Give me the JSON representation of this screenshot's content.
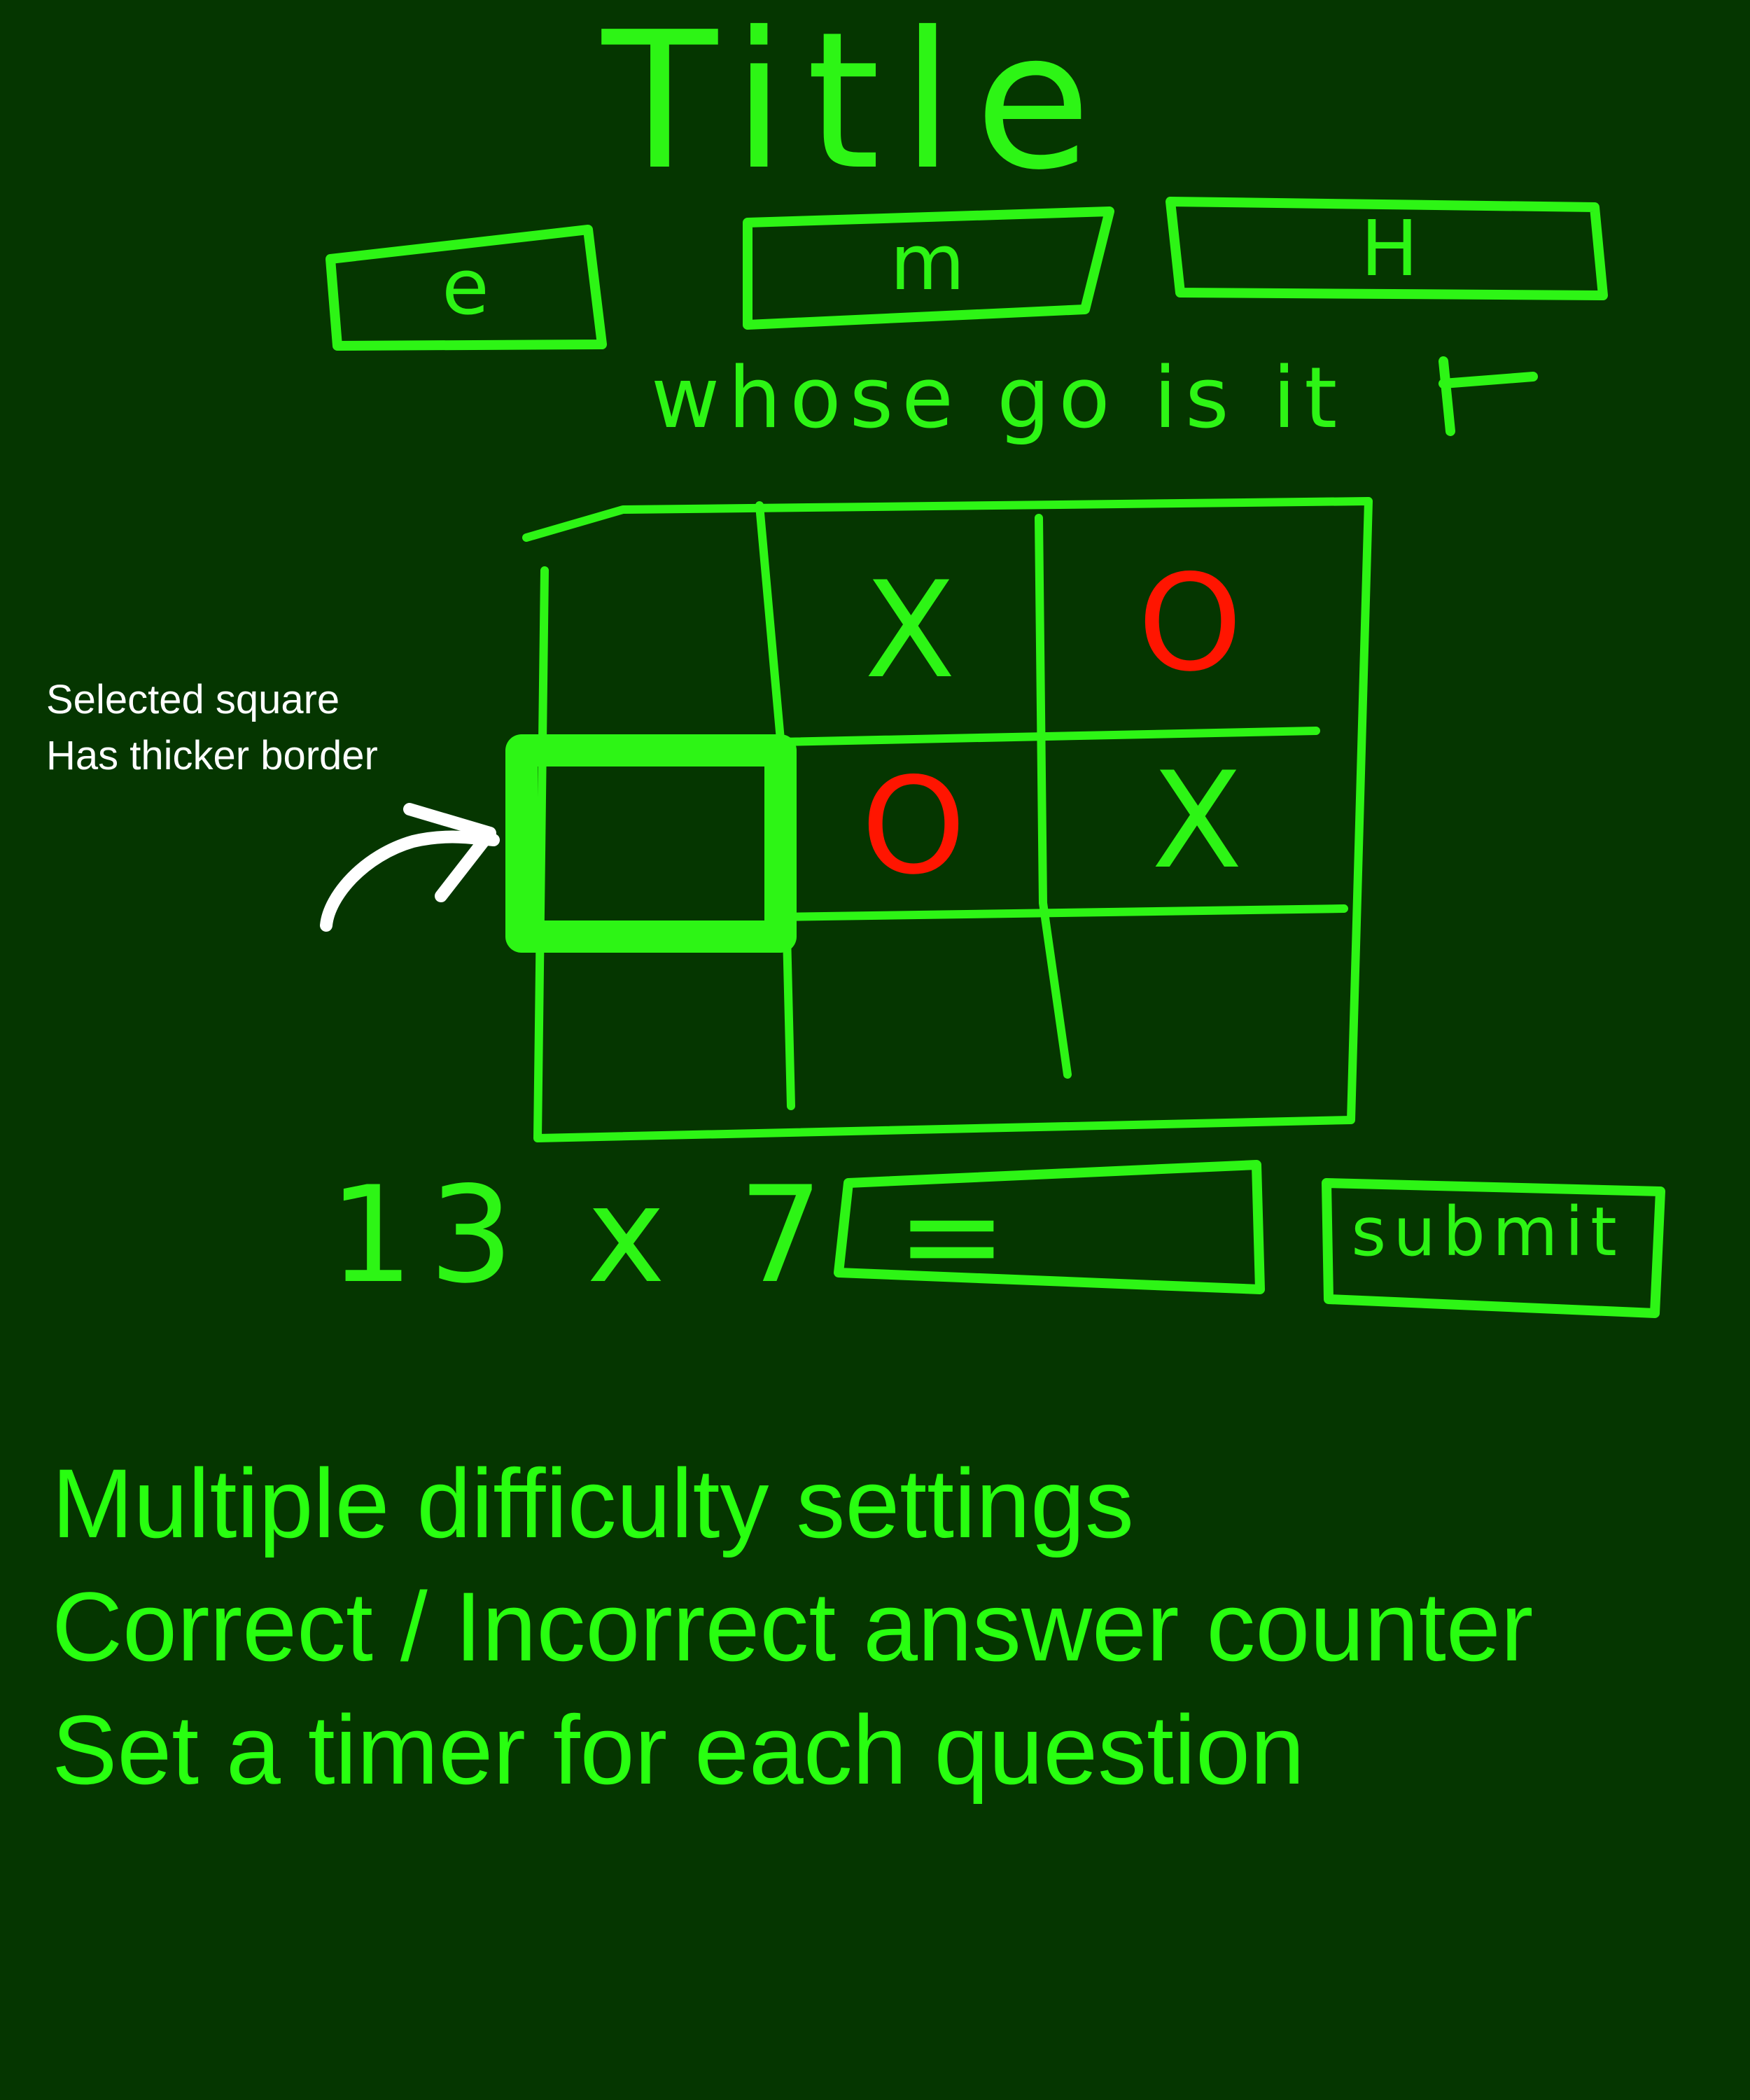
{
  "app": {
    "title": "Title"
  },
  "difficulty": {
    "buttons": [
      {
        "label": "e"
      },
      {
        "label": "m"
      },
      {
        "label": "H"
      }
    ]
  },
  "turn": {
    "label": "whose go is it"
  },
  "board": {
    "selected_index": 3,
    "cells": [
      "",
      "X",
      "O",
      "",
      "O",
      "X",
      "",
      "",
      ""
    ],
    "colors": {
      "X": "#2df515",
      "O": "#ff1500"
    }
  },
  "question": {
    "text": "13 x 7 =",
    "answer_value": "",
    "submit_label": "submit"
  },
  "annotation": {
    "lines": [
      "Selected square",
      "Has thicker border"
    ]
  },
  "features": [
    "Multiple difficulty settings",
    "Correct / Incorrect answer counter",
    "Set a timer for each question"
  ],
  "colors": {
    "background": "#053600",
    "accent": "#2df515",
    "o_mark": "#ff1500",
    "note": "#ffffff"
  }
}
